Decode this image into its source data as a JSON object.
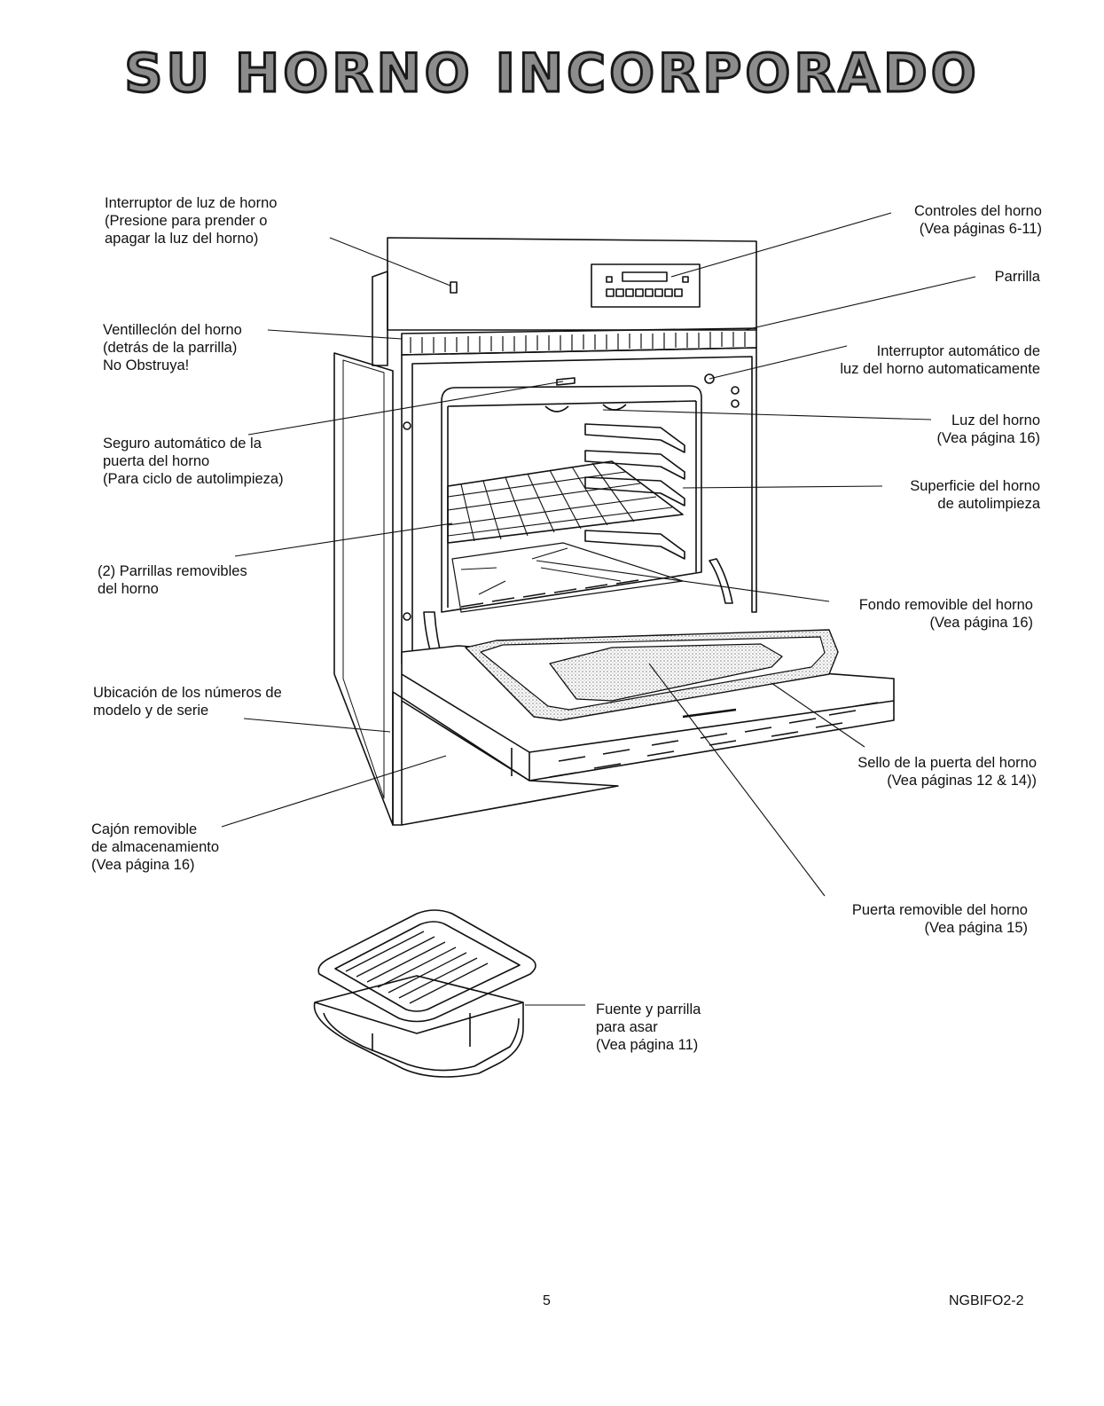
{
  "title": "SU HORNO INCORPORADO",
  "labels": {
    "light_switch": [
      "Interruptor de luz de horno",
      "(Presione para prender o",
      "apagar la luz del horno)"
    ],
    "vent": [
      "Ventilleclón del horno",
      "(detrás de la parrilla)",
      "No Obstruya!"
    ],
    "door_lock": [
      "Seguro automático de la",
      "puerta del horno",
      "(Para ciclo de autolimpieza)"
    ],
    "racks": [
      "(2) Parrillas removibles",
      "del horno"
    ],
    "serial": [
      "Ubicación de los números de",
      "modelo y de serie"
    ],
    "drawer": [
      "Cajón removible",
      "de almacenamiento",
      "(Vea página 16)"
    ],
    "controls": [
      "Controles del horno",
      "(Vea páginas 6-11)"
    ],
    "grille": [
      "Parrilla"
    ],
    "auto_switch": [
      "Interruptor automático de",
      "luz del horno automaticamente"
    ],
    "oven_light": [
      "Luz del horno",
      "(Vea página 16)"
    ],
    "surface": [
      "Superficie del horno",
      "de autolimpieza"
    ],
    "bottom": [
      "Fondo removible del horno",
      "(Vea página 16)"
    ],
    "seal": [
      "Sello de la puerta del horno",
      "(Vea páginas 12 & 14))"
    ],
    "door": [
      "Puerta removible del horno",
      "(Vea página 15)"
    ],
    "broiler": [
      "Fuente y parrilla",
      "para asar",
      "(Vea página 11)"
    ]
  },
  "footer": {
    "page_number": "5",
    "doc_code": "NGBIFO2-2"
  },
  "colors": {
    "ink": "#111111",
    "title_fill": "#8c8c8c",
    "stipple": "#b8b8b8"
  }
}
